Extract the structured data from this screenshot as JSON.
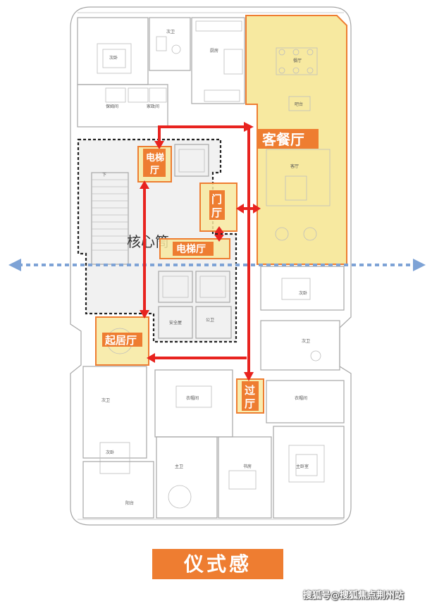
{
  "labels": {
    "living_dining": "客餐厅",
    "elevator_hall_upper": "电梯厅",
    "elevator_hall_lower": "电梯厅",
    "foyer": "门厅",
    "core": "核心筒",
    "sitting_room": "起居厅",
    "passage": "过厅"
  },
  "plan_text": {
    "bedroom_secondary": "次卧",
    "bathroom_secondary": "次卫",
    "kitchen": "厨房",
    "nanny_room": "保姆间",
    "laundry": "家政间",
    "dining": "餐厅",
    "bar": "吧台",
    "living": "客厅",
    "stair_down": "下",
    "safe_room": "安全屋",
    "public_wc": "公卫",
    "cloakroom": "衣帽间",
    "walkin": "衣帽间",
    "main_bath": "主卫",
    "study": "书房",
    "master_bedroom": "主卧室",
    "balcony": "阳台"
  },
  "badge": "仪式感",
  "watermark": "搜狐号@搜狐焦点荆州站",
  "colors": {
    "highlight_orange": "#ee7d31",
    "highlight_fill": "#f7e9a0",
    "arrow_red": "#e8231f",
    "axis_blue": "#7ea3d6",
    "core_border": "#222222"
  }
}
